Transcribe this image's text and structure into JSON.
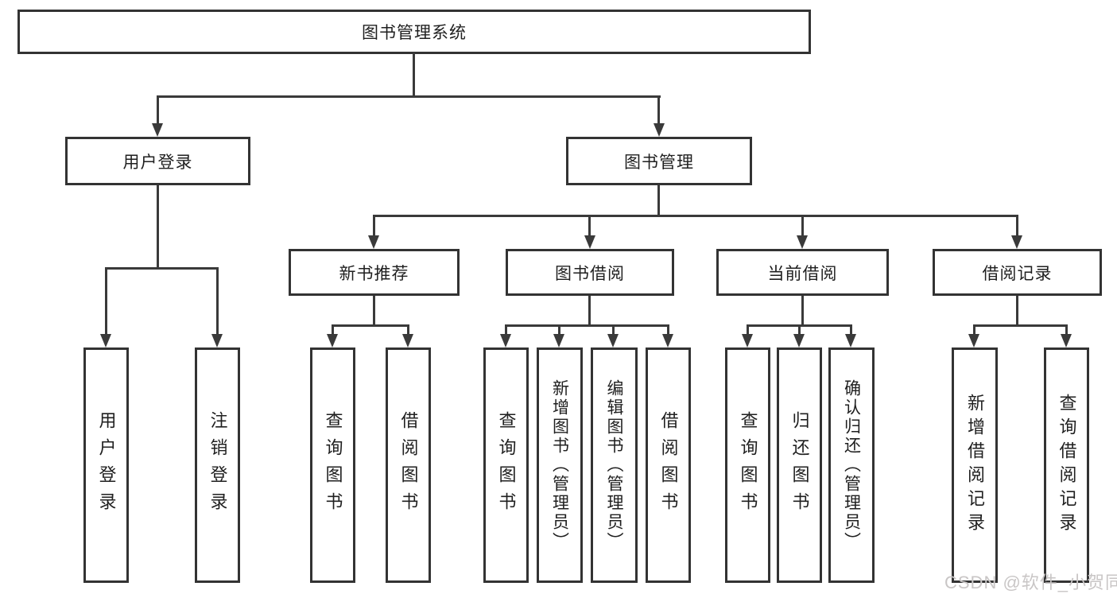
{
  "diagram_title": "图书管理系统",
  "nodes": {
    "root": "图书管理系统",
    "user_login": "用户登录",
    "book_mgmt": "图书管理",
    "new_book_rec": "新书推荐",
    "book_borrow": "图书借阅",
    "current_borrow": "当前借阅",
    "borrow_record": "借阅记录",
    "ul_user_login": "用户登录",
    "ul_logout": "注销登录",
    "nb_query_books": "查询图书",
    "nb_borrow_books": "借阅图书",
    "bb_query_books": "查询图书",
    "bb_add_books": "新增图书（管理员）",
    "bb_edit_books": "编辑图书（管理员）",
    "bb_borrow_books": "借阅图书",
    "cb_query_books": "查询图书",
    "cb_return_books": "归还图书",
    "cb_confirm_return": "确认归还（管理员）",
    "br_add_record": "新增借阅记录",
    "br_query_record": "查询借阅记录"
  },
  "edges": [
    {
      "from": "root",
      "to": [
        "user_login",
        "book_mgmt"
      ]
    },
    {
      "from": "user_login",
      "to": [
        "ul_user_login",
        "ul_logout"
      ]
    },
    {
      "from": "book_mgmt",
      "to": [
        "new_book_rec",
        "book_borrow",
        "current_borrow",
        "borrow_record"
      ]
    },
    {
      "from": "new_book_rec",
      "to": [
        "nb_query_books",
        "nb_borrow_books"
      ]
    },
    {
      "from": "book_borrow",
      "to": [
        "bb_query_books",
        "bb_add_books",
        "bb_edit_books",
        "bb_borrow_books"
      ]
    },
    {
      "from": "current_borrow",
      "to": [
        "cb_query_books",
        "cb_return_books",
        "cb_confirm_return"
      ]
    },
    {
      "from": "borrow_record",
      "to": [
        "br_add_record",
        "br_query_record"
      ]
    }
  ],
  "watermark": "CSDN @软件_小贺同学",
  "colors": {
    "background": "#ffffff",
    "box_border": "#333333",
    "line": "#3a3a3a",
    "text": "#1f1f1f",
    "watermark": "#c9c6c6"
  }
}
